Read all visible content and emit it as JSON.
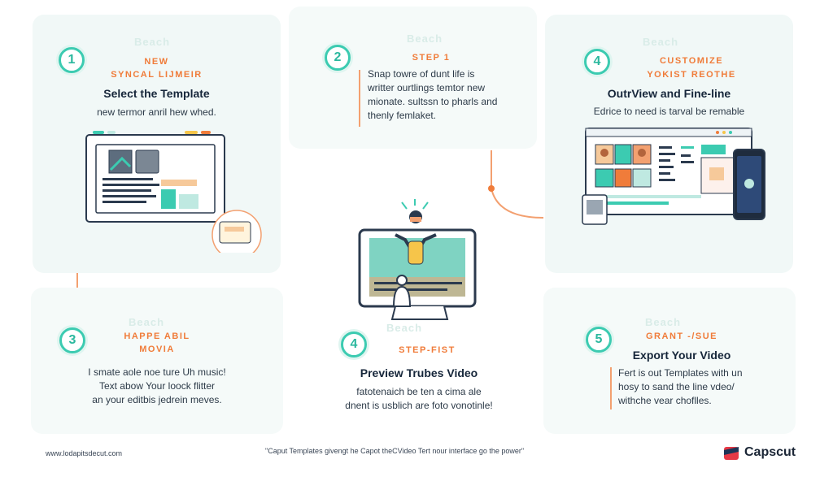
{
  "steps": [
    {
      "number": "1",
      "ghost": "Beach",
      "kicker": [
        "NEW",
        "SYNCAL LIJMEIR"
      ],
      "title": "Select the Template",
      "desc": [
        "new termor anril hew whed."
      ]
    },
    {
      "number": "2",
      "ghost": "Beach",
      "kicker": [
        "STEP 1"
      ],
      "title": "",
      "desc": [
        "Snap towre of dunt life is",
        "writter ourtlings temtor new",
        "mionate. sultssn to pharls and",
        "thenly femlaket."
      ]
    },
    {
      "number": "4",
      "ghost": "Beach",
      "kicker": [
        "CUSTOMIZE",
        "YOKIST REOTHE"
      ],
      "title": "OutrView and Fine-line",
      "desc": [
        "Edrice to need is tarval be remable"
      ]
    },
    {
      "number": "3",
      "ghost": "Beach",
      "kicker": [
        "HAPPE ABIL",
        "MOVIA"
      ],
      "title": "",
      "desc": [
        "I smate aole noe ture Uh music!",
        "Text abow Your loock flitter",
        "an your editbis jedrein meves."
      ]
    },
    {
      "number": "4",
      "ghost": "Beach",
      "kicker": [
        "STEP-FIST"
      ],
      "title": "Preview Trubes Video",
      "desc": [
        "fatotenaich be ten a cima ale",
        "dnent is usblich are foto vonotinle!"
      ]
    },
    {
      "number": "5",
      "ghost": "Beach",
      "kicker": [
        "GRANT -/SUE"
      ],
      "title": "Export Your Video",
      "desc": [
        "Fert is out Templates with un",
        "hosy to sand the line vdeo/",
        "withche vear choflles."
      ]
    }
  ],
  "footer": {
    "url": "www.lodapitsdecut.com",
    "quote": "\"Caput Templates givengt he Capot theCVideo   Tert nour interface go the power\""
  },
  "brand": {
    "name": "Capscut"
  },
  "colors": {
    "accent": "#3ccbb1",
    "orange": "#f07c3a",
    "card": "#f1f8f7",
    "ink": "#16263a"
  }
}
